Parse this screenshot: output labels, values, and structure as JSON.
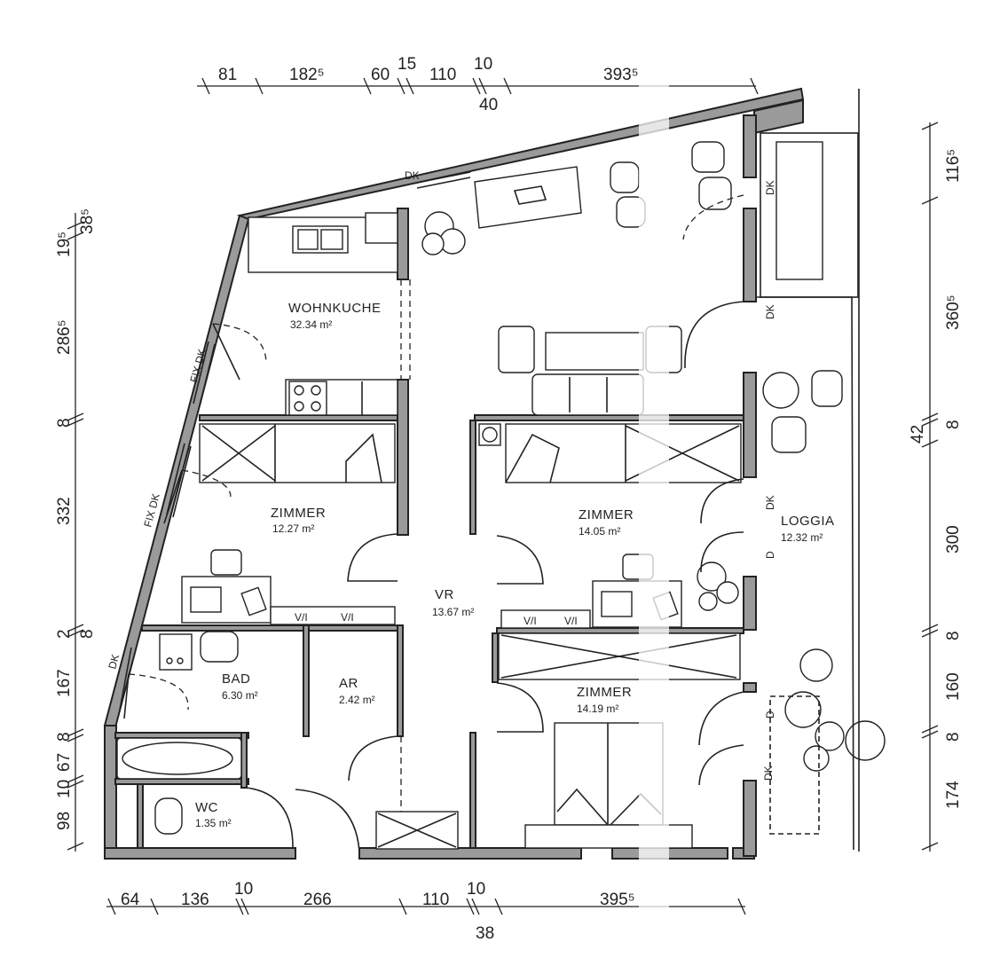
{
  "rooms": {
    "wohnkueche": {
      "name": "WOHNKUCHE",
      "area": "32.34 m²"
    },
    "zimmer_left": {
      "name": "ZIMMER",
      "area": "12.27 m²"
    },
    "zimmer_right": {
      "name": "ZIMMER",
      "area": "14.05 m²"
    },
    "zimmer_bottom": {
      "name": "ZIMMER",
      "area": "14.19 m²"
    },
    "vr": {
      "name": "VR",
      "area": "13.67 m²"
    },
    "bad": {
      "name": "BAD",
      "area": "6.30 m²"
    },
    "ar": {
      "name": "AR",
      "area": "2.42 m²"
    },
    "wc": {
      "name": "WC",
      "area": "1.35 m²"
    },
    "loggia": {
      "name": "LOGGIA",
      "area": "12.32 m²"
    }
  },
  "tags": {
    "dk": "DK",
    "fix_dk": "FIX DK",
    "d": "D"
  },
  "dims_top": [
    "81",
    "182⁵",
    "60",
    "15",
    "110",
    "10",
    "393⁵",
    "40"
  ],
  "dims_bottom": [
    "64",
    "136",
    "10",
    "266",
    "110",
    "10",
    "395⁵",
    "38"
  ],
  "dims_left": [
    "19⁵",
    "38⁵",
    "286⁵",
    "8",
    "332",
    "2",
    "8",
    "167",
    "8",
    "67",
    "10",
    "98"
  ],
  "dims_right": [
    "116⁵",
    "360⁵",
    "42",
    "8",
    "300",
    "8",
    "160",
    "8",
    "174"
  ]
}
